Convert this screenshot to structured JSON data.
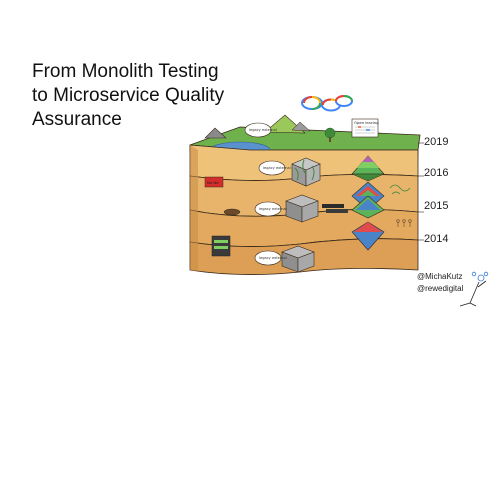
{
  "title": {
    "line1": "From Monolith Testing",
    "line2": "to Microservice Quality",
    "line3": "Assurance"
  },
  "years": [
    "2019",
    "2016",
    "2015",
    "2014"
  ],
  "bubbles": [
    "legacy external",
    "legacy external",
    "legacy external",
    "legacy external"
  ],
  "open_tracing_label": "Open tracing",
  "sign_label": "No No",
  "author": {
    "handle1": "@MichaKutz",
    "handle2": "@rewedigital"
  },
  "colors": {
    "earth_top": "#efc27a",
    "earth_mid": "#e3a95f",
    "earth_low": "#dfa35a",
    "earth_base": "#dd9f56",
    "grass": "#6fb24d",
    "water": "#5a92cf",
    "outline": "#3a2a1a"
  }
}
